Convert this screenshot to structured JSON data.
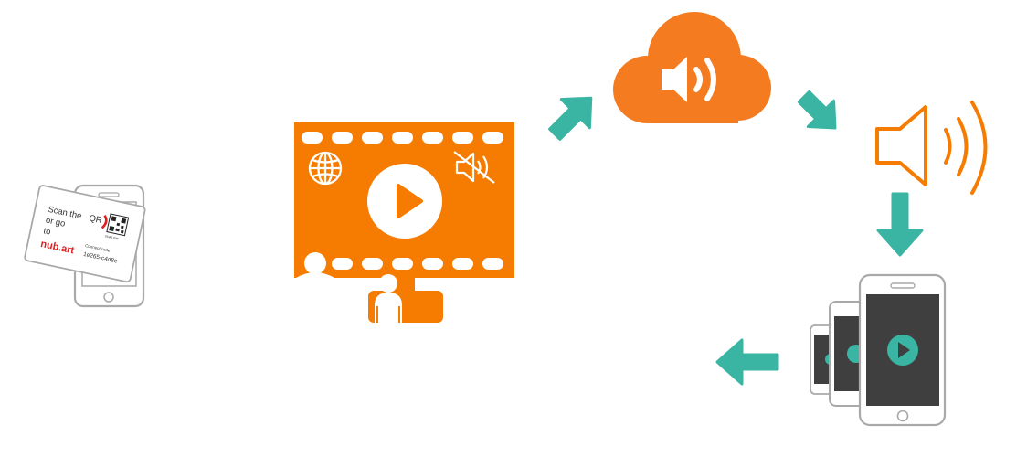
{
  "colors": {
    "accent_orange": "#f57c00",
    "cloud_orange": "#f47b20",
    "arrow_teal": "#3ab5a3",
    "phone_outline": "#a9a9a9",
    "phone_screen": "#3f3f3f",
    "card_red": "#e02020",
    "text_dark": "#333333"
  },
  "card": {
    "line1": "Scan the",
    "line2": "or go",
    "line3": "to",
    "brand": "nub.art",
    "qr_label": "QR",
    "code_caption": "Connect code",
    "code_value": "1e265-c4d8e",
    "qr_small_caption": "scan me"
  },
  "icons": {
    "card_phone": "phone-with-qr-card-icon",
    "monitor": "video-monitor-icon",
    "film_strip": "film-strip-icon",
    "globe": "globe-icon",
    "muted_speaker": "muted-speaker-icon",
    "play": "play-icon",
    "audience": "people-icon",
    "cloud_audio": "cloud-audio-icon",
    "speaker": "speaker-sound-icon",
    "phones": "multiple-phones-icon",
    "arrows": [
      "arrow-up-right-icon",
      "arrow-down-right-icon",
      "arrow-down-icon",
      "arrow-left-icon"
    ]
  }
}
